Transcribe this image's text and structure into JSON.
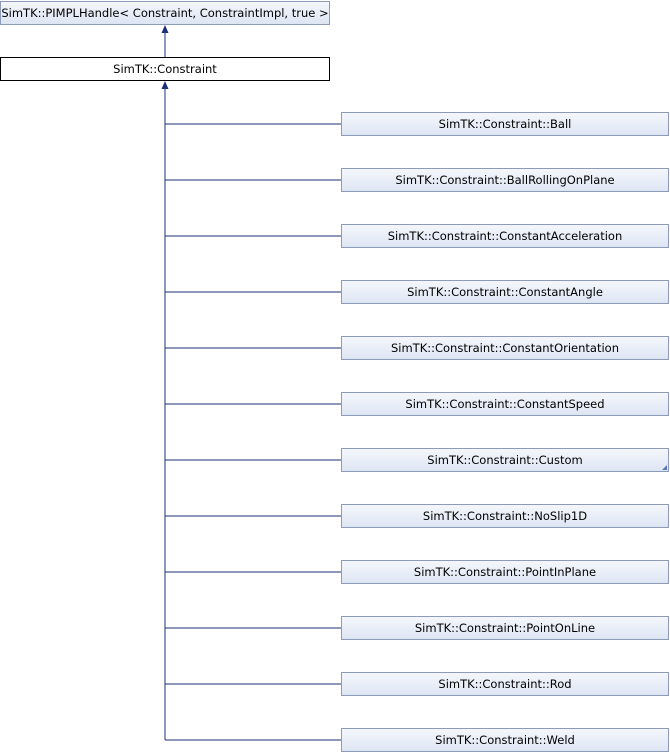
{
  "diagram": {
    "base": {
      "label": "SimTK::PIMPLHandle< Constraint, ConstraintImpl, true >"
    },
    "current": {
      "label": "SimTK::Constraint"
    },
    "derived": [
      {
        "label": "SimTK::Constraint::Ball"
      },
      {
        "label": "SimTK::Constraint::BallRollingOnPlane"
      },
      {
        "label": "SimTK::Constraint::ConstantAcceleration"
      },
      {
        "label": "SimTK::Constraint::ConstantAngle"
      },
      {
        "label": "SimTK::Constraint::ConstantOrientation"
      },
      {
        "label": "SimTK::Constraint::ConstantSpeed"
      },
      {
        "label": "SimTK::Constraint::Custom",
        "has_more": true
      },
      {
        "label": "SimTK::Constraint::NoSlip1D"
      },
      {
        "label": "SimTK::Constraint::PointInPlane"
      },
      {
        "label": "SimTK::Constraint::PointOnLine"
      },
      {
        "label": "SimTK::Constraint::Rod"
      },
      {
        "label": "SimTK::Constraint::Weld"
      }
    ],
    "colors": {
      "edge": "#1c2f7a",
      "node_border": "#8b9bb8",
      "node_fill_top": "#f4f7fc",
      "node_fill_bottom": "#dde5f3",
      "current_border": "#000000"
    }
  }
}
